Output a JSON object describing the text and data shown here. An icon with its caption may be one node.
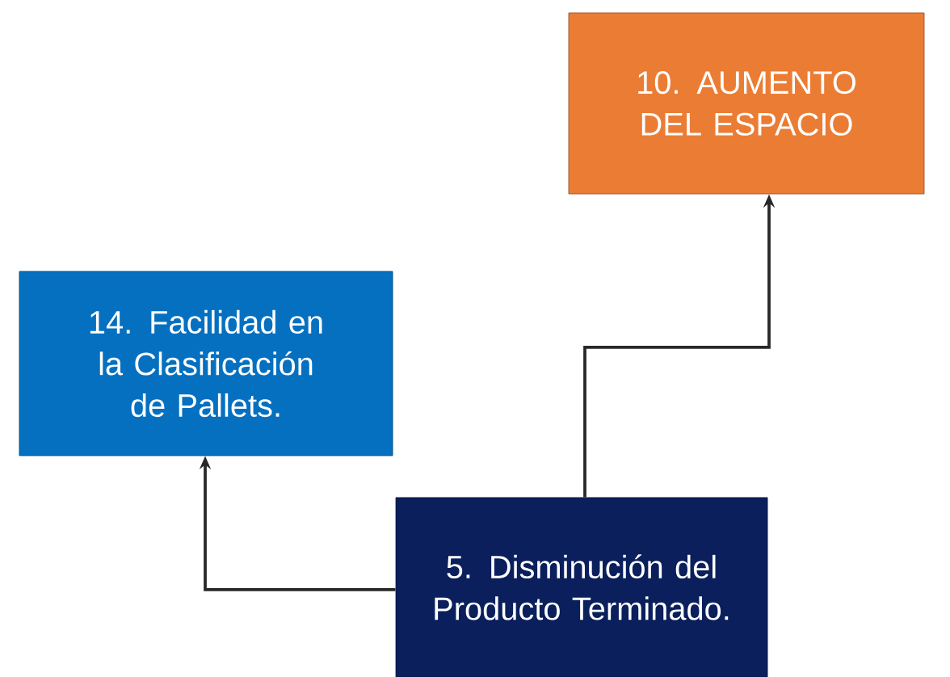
{
  "diagram": {
    "nodes": [
      {
        "text": [
          "10. AUMENTO DEL ESPACIO"
        ]
      },
      {
        "text": [
          "14. Facilidad en la Clasificación de Pallets."
        ]
      },
      {
        "text": [
          "5. Disminución del Producto Terminado."
        ]
      }
    ],
    "edges": [
      {
        "from": 2,
        "to": 0,
        "arrow": "to"
      },
      {
        "from": 2,
        "to": 1,
        "arrow": "to"
      }
    ]
  }
}
